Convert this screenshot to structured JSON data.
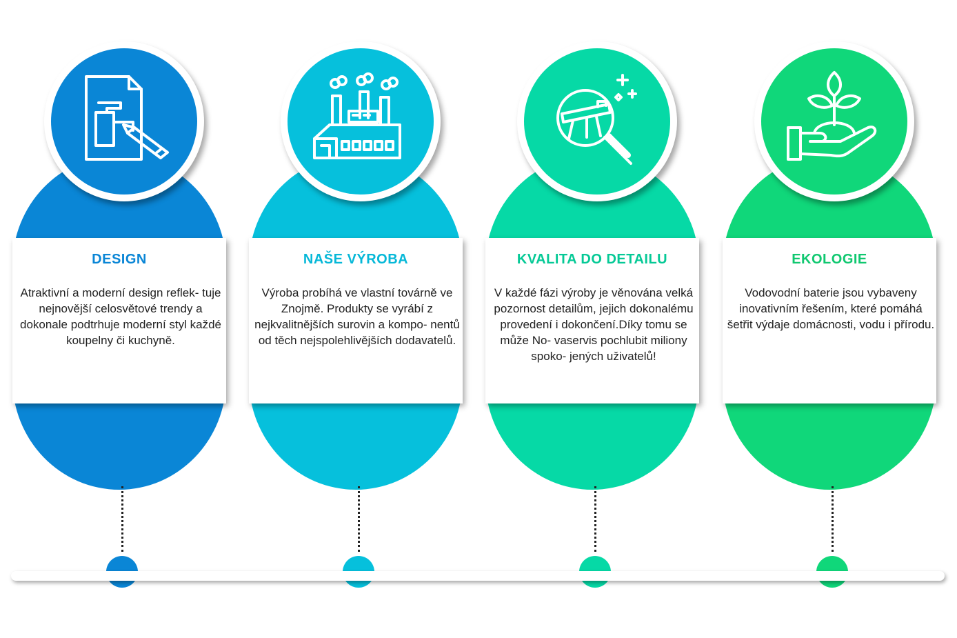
{
  "steps": [
    {
      "title": "DESIGN",
      "text": "Atraktivní a moderní design reflek- tuje nejnovější celosvětové trendy a dokonale podtrhuje moderní styl každé koupelny či kuchyně.",
      "color": "#0a86d6",
      "title_color": "#0a86d6",
      "icon": "faucet-design-document-icon"
    },
    {
      "title": "NAŠE VÝROBA",
      "text": "Výroba probíhá ve vlastní továrně ve Znojmě. Produkty se vyrábí z nejkvalitnějších surovin a kompo- nentů od těch nejspolehlivějších dodavatelů.",
      "color": "#06c0dc",
      "title_color": "#06b8d8",
      "icon": "factory-icon"
    },
    {
      "title": "KVALITA DO DETAILU",
      "text": "V každé fázi výroby je věnována velká pozornost detailům, jejich dokonalému provedení i dokončení.Díky tomu se může No- vaservis pochlubit miliony spoko- jených uživatelů!",
      "color": "#06d9a6",
      "title_color": "#05c996",
      "icon": "magnifier-faucet-icon"
    },
    {
      "title": "EKOLOGIE",
      "text": "Vodovodní baterie jsou vybaveny inovativním řešením, které pomáhá šetřit výdaje domácnosti, vodu i přírodu.",
      "color": "#10d77a",
      "title_color": "#10c870",
      "icon": "hand-plant-icon"
    }
  ]
}
